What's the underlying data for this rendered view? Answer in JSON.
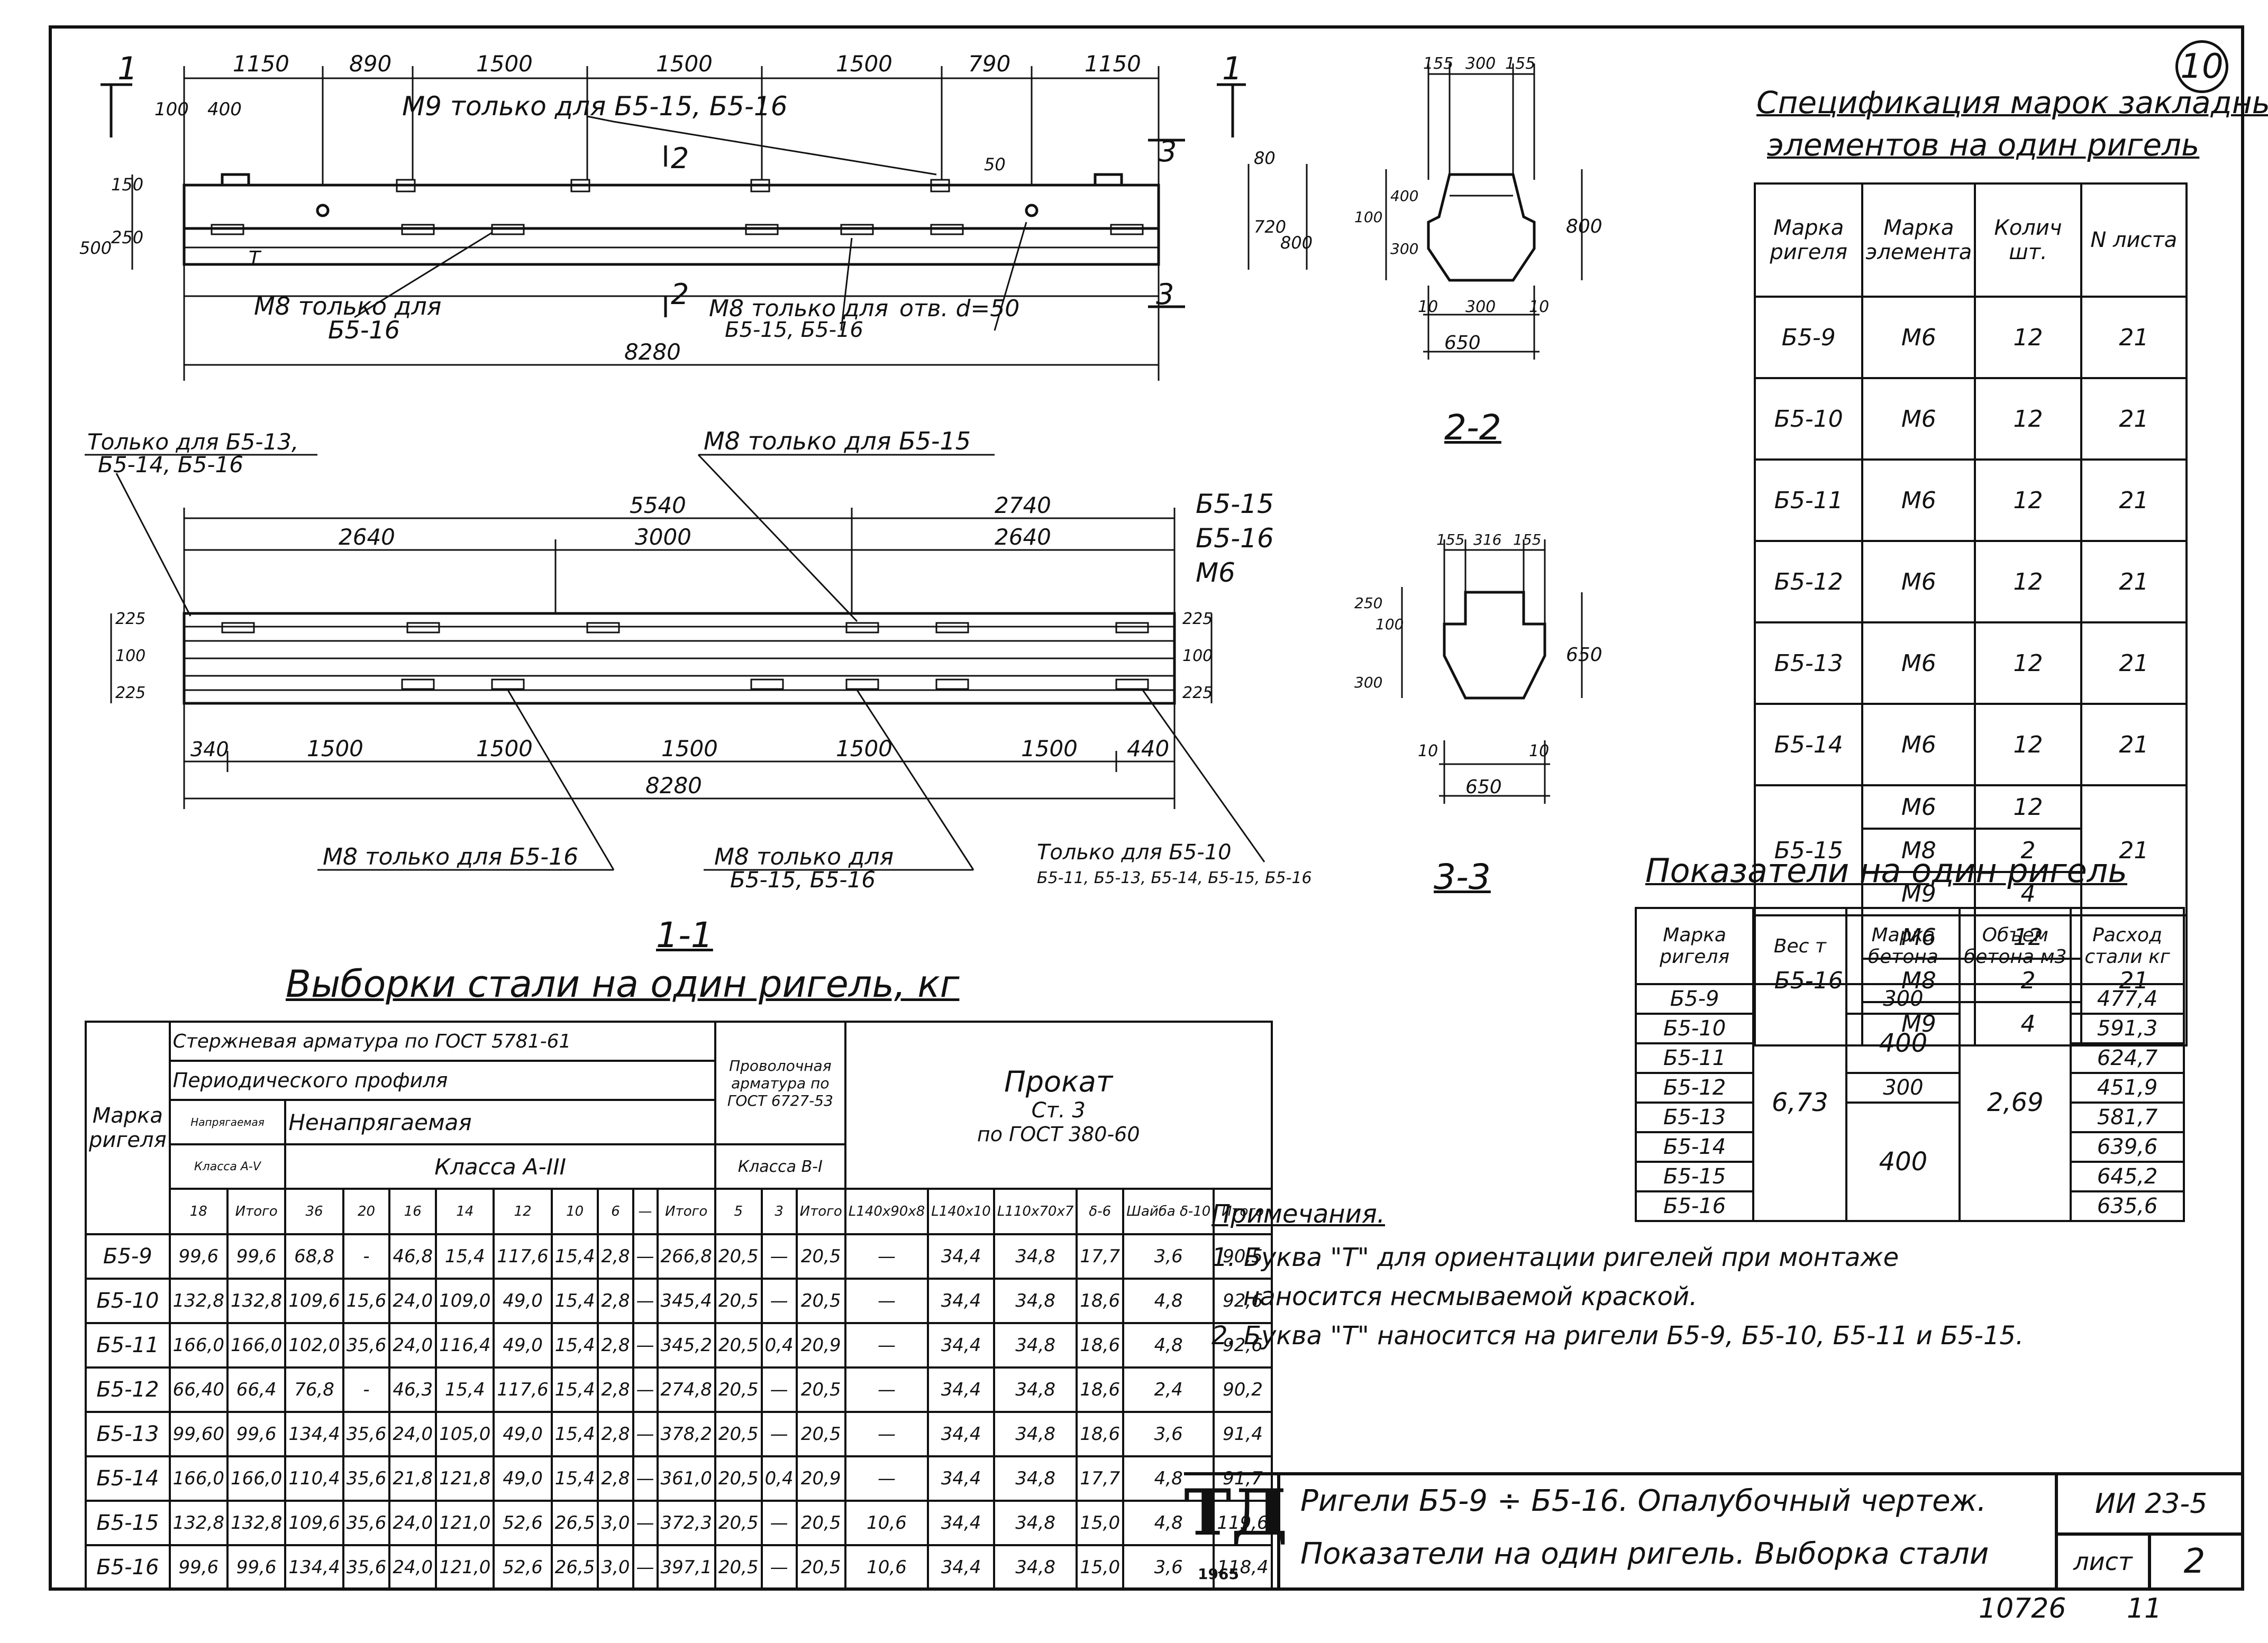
{
  "sheet_number": "10",
  "spec": {
    "title_line1": "Спецификация марок закладных",
    "title_line2": "элементов на один ригель",
    "headers": [
      "Марка ригеля",
      "Марка элемента",
      "Колич шт.",
      "N листа"
    ],
    "rows": [
      {
        "rigel": "Б5-9",
        "elements": [
          [
            "М6",
            "12"
          ]
        ],
        "sheet": "21"
      },
      {
        "rigel": "Б5-10",
        "elements": [
          [
            "М6",
            "12"
          ]
        ],
        "sheet": "21"
      },
      {
        "rigel": "Б5-11",
        "elements": [
          [
            "М6",
            "12"
          ]
        ],
        "sheet": "21"
      },
      {
        "rigel": "Б5-12",
        "elements": [
          [
            "М6",
            "12"
          ]
        ],
        "sheet": "21"
      },
      {
        "rigel": "Б5-13",
        "elements": [
          [
            "М6",
            "12"
          ]
        ],
        "sheet": "21"
      },
      {
        "rigel": "Б5-14",
        "elements": [
          [
            "М6",
            "12"
          ]
        ],
        "sheet": "21"
      },
      {
        "rigel": "Б5-15",
        "elements": [
          [
            "М6",
            "12"
          ],
          [
            "М8",
            "2"
          ],
          [
            "М9",
            "4"
          ]
        ],
        "sheet": "21"
      },
      {
        "rigel": "Б5-16",
        "elements": [
          [
            "М6",
            "12"
          ],
          [
            "М8",
            "2"
          ],
          [
            "М9",
            "4"
          ]
        ],
        "sheet": "21"
      }
    ]
  },
  "indicators": {
    "title": "Показатели на один ригель",
    "headers": [
      "Марка ригеля",
      "Вес т",
      "Марка бетона",
      "Объем бетона м3",
      "Расход стали кг"
    ],
    "rigels": [
      "Б5-9",
      "Б5-10",
      "Б5-11",
      "Б5-12",
      "Б5-13",
      "Б5-14",
      "Б5-15",
      "Б5-16"
    ],
    "weight": "6,73",
    "concrete_grades": [
      "300",
      "400",
      "300",
      "400"
    ],
    "volume": "2,69",
    "steel": [
      "477,4",
      "591,3",
      "624,7",
      "451,9",
      "581,7",
      "639,6",
      "645,2",
      "635,6"
    ]
  },
  "steel_table": {
    "title": "Выборки стали на один ригель, кг",
    "h_mark": "Марка ригеля",
    "h_rod": "Стержневая арматура по ГОСТ 5781-61",
    "h_profile": "Периодического профиля",
    "h_prestressed": "Напрягаемая",
    "h_nonprestressed": "Ненапрягаемая",
    "h_classA5": "Класса А-V",
    "h_classA3": "Класса А-III",
    "h_wire": "Проволочная арматура по ГОСТ 6727-53",
    "h_classB1": "Класса В-I",
    "h_rolled": "Прокат",
    "h_st3": "Ст. 3",
    "h_gost380": "по ГОСТ 380-60",
    "cols": [
      "18",
      "Итого",
      "36",
      "20",
      "16",
      "14",
      "12",
      "10",
      "6",
      "—",
      "Итого",
      "5",
      "3",
      "Итого",
      "L140x90x8",
      "L140x10",
      "L110x70x7",
      "δ-6",
      "Шайба δ-10",
      "Итого"
    ],
    "rows": [
      [
        "Б5-9",
        "99,6",
        "99,6",
        "68,8",
        "-",
        "46,8",
        "15,4",
        "117,6",
        "15,4",
        "2,8",
        "—",
        "266,8",
        "20,5",
        "—",
        "20,5",
        "—",
        "34,4",
        "34,8",
        "17,7",
        "3,6",
        "90,5"
      ],
      [
        "Б5-10",
        "132,8",
        "132,8",
        "109,6",
        "15,6",
        "24,0",
        "109,0",
        "49,0",
        "15,4",
        "2,8",
        "—",
        "345,4",
        "20,5",
        "—",
        "20,5",
        "—",
        "34,4",
        "34,8",
        "18,6",
        "4,8",
        "92,6"
      ],
      [
        "Б5-11",
        "166,0",
        "166,0",
        "102,0",
        "35,6",
        "24,0",
        "116,4",
        "49,0",
        "15,4",
        "2,8",
        "—",
        "345,2",
        "20,5",
        "0,4",
        "20,9",
        "—",
        "34,4",
        "34,8",
        "18,6",
        "4,8",
        "92,6"
      ],
      [
        "Б5-12",
        "66,40",
        "66,4",
        "76,8",
        "-",
        "46,3",
        "15,4",
        "117,6",
        "15,4",
        "2,8",
        "—",
        "274,8",
        "20,5",
        "—",
        "20,5",
        "—",
        "34,4",
        "34,8",
        "18,6",
        "2,4",
        "90,2"
      ],
      [
        "Б5-13",
        "99,60",
        "99,6",
        "134,4",
        "35,6",
        "24,0",
        "105,0",
        "49,0",
        "15,4",
        "2,8",
        "—",
        "378,2",
        "20,5",
        "—",
        "20,5",
        "—",
        "34,4",
        "34,8",
        "18,6",
        "3,6",
        "91,4"
      ],
      [
        "Б5-14",
        "166,0",
        "166,0",
        "110,4",
        "35,6",
        "21,8",
        "121,8",
        "49,0",
        "15,4",
        "2,8",
        "—",
        "361,0",
        "20,5",
        "0,4",
        "20,9",
        "—",
        "34,4",
        "34,8",
        "17,7",
        "4,8",
        "91,7"
      ],
      [
        "Б5-15",
        "132,8",
        "132,8",
        "109,6",
        "35,6",
        "24,0",
        "121,0",
        "52,6",
        "26,5",
        "3,0",
        "—",
        "372,3",
        "20,5",
        "—",
        "20,5",
        "10,6",
        "34,4",
        "34,8",
        "15,0",
        "4,8",
        "119,6"
      ],
      [
        "Б5-16",
        "99,6",
        "99,6",
        "134,4",
        "35,6",
        "24,0",
        "121,0",
        "52,6",
        "26,5",
        "3,0",
        "—",
        "397,1",
        "20,5",
        "—",
        "20,5",
        "10,6",
        "34,4",
        "34,8",
        "15,0",
        "3,6",
        "118,4"
      ]
    ]
  },
  "notes": {
    "title": "Примечания.",
    "line1": "1. Буква \"Т\" для ориентации ригелей при монтаже",
    "line2": "наносится несмываемой краской.",
    "line3": "2. Буква \"Т\" наносится на ригели Б5-9, Б5-10, Б5-11 и Б5-15."
  },
  "stamp": {
    "logo": "ТД",
    "year": "1965",
    "title1": "Ригели Б5-9 ÷ Б5-16. Опалубочный чертеж.",
    "title2": "Показатели на один ригель. Выборка стали",
    "code": "ИИ 23-5",
    "sheet_label": "лист",
    "sheet_no": "2"
  },
  "footer": {
    "num": "10726",
    "page": "11"
  },
  "drawing": {
    "marker_1": "1",
    "marker_2": "2",
    "marker_3": "3",
    "section_11": "1-1",
    "section_22": "2-2",
    "section_33": "3-3",
    "dims_top": [
      "1150",
      "890",
      "1500",
      "1500",
      "1500",
      "790",
      "1150"
    ],
    "dim_100": "100",
    "dim_400": "400",
    "lbl_m9": "М9 только   для Б5-15, Б5-16",
    "lbl_m8_16": "М8 только для",
    "lbl_m8_16b": "Б5-16",
    "lbl_m8_1516": "М8 только для",
    "lbl_m8_1516b": "Б5-15, Б5-16",
    "lbl_hole": "отв. d=50",
    "dim_total": "8280",
    "letter_t": "Т",
    "dim_50": "50",
    "side_dims": [
      "150",
      "250",
      "500"
    ],
    "right_dims": [
      "80",
      "720",
      "800"
    ],
    "plan_only13": "Только для Б5-13,",
    "plan_only13b": "Б5-14, Б5-16",
    "plan_m8_15": "М8 только для Б5-15",
    "plan_5540": "5540",
    "plan_2740": "2740",
    "plan_2640a": "2640",
    "plan_3000": "3000",
    "plan_2640b": "2640",
    "plan_tag15": "Б5-15",
    "plan_tag16": "Б5-16",
    "plan_tagM6": "М6",
    "plan_bottom_dims": [
      "340",
      "1500",
      "1500",
      "1500",
      "1500",
      "1500",
      "440"
    ],
    "plan_total": "8280",
    "plan_m8_16": "М8 только для Б5-16",
    "plan_m8_1516": "М8 только для",
    "plan_m8_1516b": "Б5-15, Б5-16",
    "plan_only10": "Только для Б5-10",
    "plan_only10b": "Б5-11, Б5-13, Б5-14, Б5-15, Б5-16",
    "plan_left_dims": [
      "225",
      "100",
      "225"
    ],
    "plan_right_dims": [
      "225",
      "100",
      "225"
    ],
    "s22_top": [
      "155",
      "300",
      "155"
    ],
    "s22_left": [
      "400",
      "100",
      "300"
    ],
    "s22_bottom": [
      "10",
      "300",
      "10"
    ],
    "s22_width": "650",
    "s22_height": "800",
    "s33_top": [
      "155",
      "316",
      "155"
    ],
    "s33_left": [
      "250",
      "100",
      "300"
    ],
    "s33_height": "650",
    "s33_bottom": [
      "10",
      "10"
    ],
    "s33_width": "650"
  }
}
